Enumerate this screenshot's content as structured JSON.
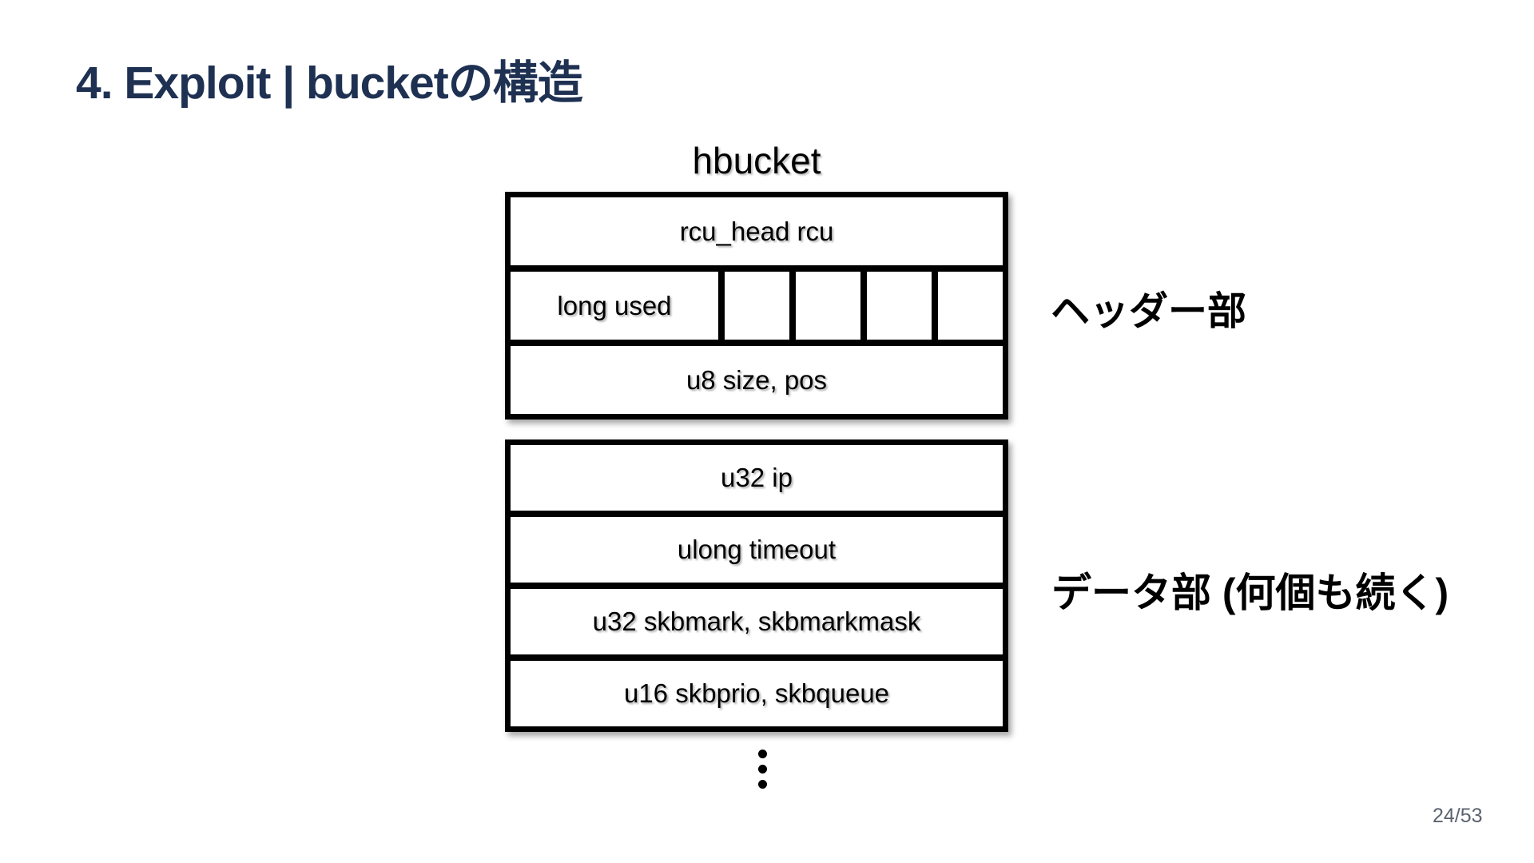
{
  "slide": {
    "title": "4. Exploit | bucketの構造"
  },
  "diagram": {
    "struct_name": "hbucket",
    "header_rows": [
      {
        "label": "rcu_head rcu"
      },
      {
        "label": "long used",
        "empty_cells": 4
      },
      {
        "label": "u8 size, pos"
      }
    ],
    "data_rows": [
      "u32 ip",
      "ulong timeout",
      "u32 skbmark, skbmarkmask",
      "u16 skbprio, skbqueue"
    ],
    "ellipsis_dots": 3
  },
  "labels": {
    "header_section": "ヘッダー部",
    "data_section": "データ部 (何個も続く)"
  },
  "footer": {
    "page_indicator": "24/53"
  },
  "colors": {
    "background": "#ffffff",
    "title_text": "#1f3152",
    "diagram_border": "#000000",
    "diagram_text": "#000000",
    "page_number_text": "#5c6370"
  }
}
